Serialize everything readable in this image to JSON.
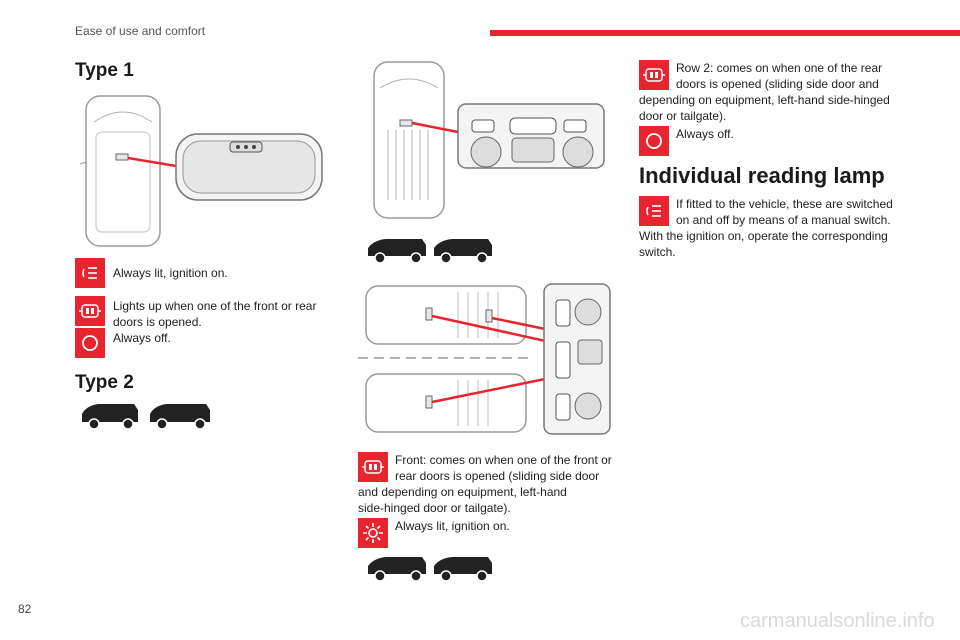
{
  "header": {
    "section_title": "Ease of use and comfort",
    "accent_color": "#e8242f"
  },
  "page_number": "82",
  "footer": {
    "watermark": "carmanualsonline.info"
  },
  "col1": {
    "type1_heading": "Type 1",
    "type1_items": [
      {
        "icon": "courtesy-lamp-on-icon",
        "text": "Always lit, ignition on."
      },
      {
        "icon": "door-lamp-icon",
        "text_line1": "Lights up when one of the front or rear",
        "text_line2": "doors is opened."
      },
      {
        "icon": "lamp-off-icon",
        "text": "Always off."
      }
    ],
    "type2_heading": "Type 2"
  },
  "col2": {
    "front_text": [
      "Front: comes on when one of the front or",
      "rear doors is opened (sliding side door",
      "and depending on equipment, left-hand",
      "side-hinged door or tailgate)."
    ],
    "always_lit_text": "Always lit, ignition on."
  },
  "col3": {
    "row2_text": [
      "Row 2: comes on when one of the rear",
      "doors is opened (sliding side door and",
      "depending on equipment, left-hand side-hinged",
      "door or tailgate)."
    ],
    "always_off_text": "Always off.",
    "reading_heading": "Individual reading lamp",
    "reading_text": [
      "If fitted to the vehicle, these are switched",
      "on and off by means of a manual switch.",
      "With the ignition on, operate the corresponding",
      "switch."
    ]
  }
}
